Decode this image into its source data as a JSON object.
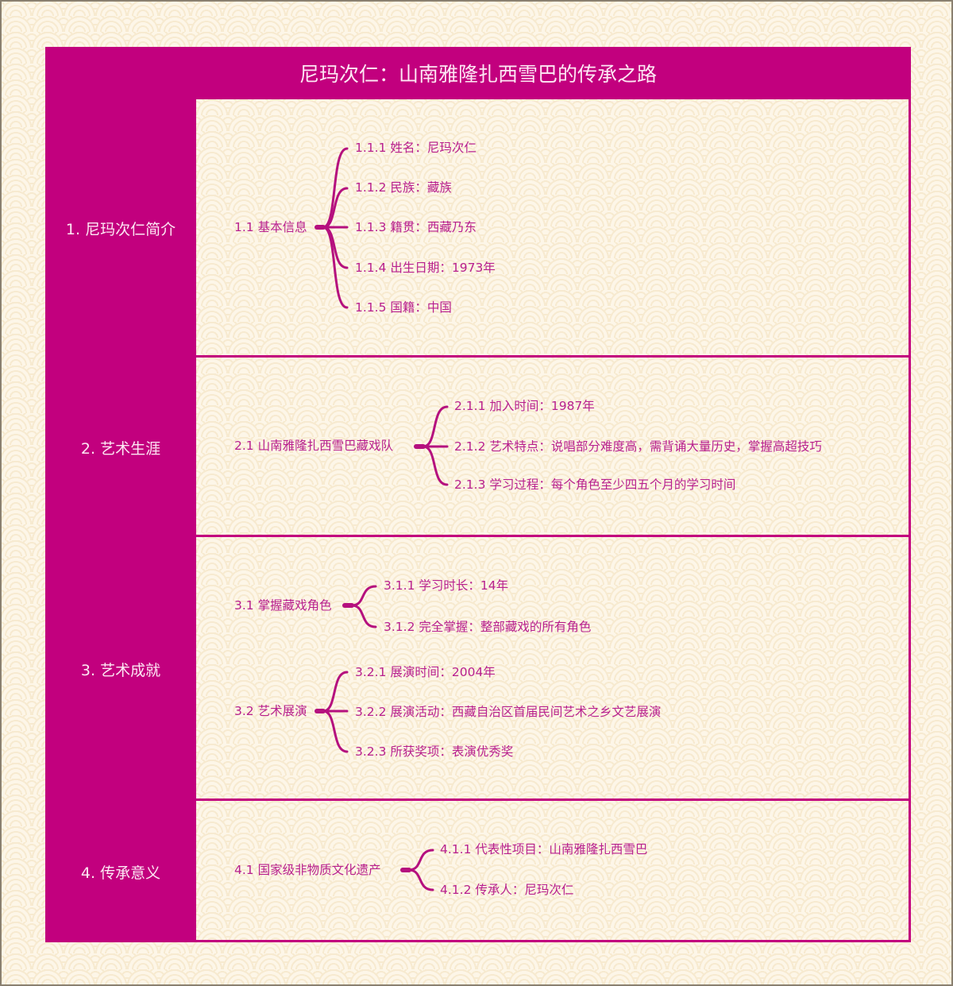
{
  "title": "尼玛次仁：山南雅隆扎西雪巴的传承之路",
  "colors": {
    "accent": "#c2007e",
    "node_text": "#b8208e",
    "header_text": "#fde8f4",
    "background": "#fdf6e8",
    "pattern": "#f7ead0"
  },
  "sections": [
    {
      "label": "1. 尼玛次仁简介",
      "topics": [
        {
          "label": "1.1 基本信息",
          "items": [
            "1.1.1 姓名：尼玛次仁",
            "1.1.2 民族：藏族",
            "1.1.3 籍贯：西藏乃东",
            "1.1.4 出生日期：1973年",
            "1.1.5 国籍：中国"
          ]
        }
      ]
    },
    {
      "label": "2. 艺术生涯",
      "topics": [
        {
          "label": "2.1 山南雅隆扎西雪巴藏戏队",
          "items": [
            "2.1.1 加入时间：1987年",
            "2.1.2 艺术特点：说唱部分难度高，需背诵大量历史，掌握高超技巧",
            "2.1.3 学习过程：每个角色至少四五个月的学习时间"
          ]
        }
      ]
    },
    {
      "label": "3. 艺术成就",
      "topics": [
        {
          "label": "3.1 掌握藏戏角色",
          "items": [
            "3.1.1 学习时长：14年",
            "3.1.2 完全掌握：整部藏戏的所有角色"
          ]
        },
        {
          "label": "3.2 艺术展演",
          "items": [
            "3.2.1 展演时间：2004年",
            "3.2.2 展演活动：西藏自治区首届民间艺术之乡文艺展演",
            "3.2.3 所获奖项：表演优秀奖"
          ]
        }
      ]
    },
    {
      "label": "4. 传承意义",
      "topics": [
        {
          "label": "4.1 国家级非物质文化遗产",
          "items": [
            "4.1.1 代表性项目：山南雅隆扎西雪巴",
            "4.1.2 传承人：尼玛次仁"
          ]
        }
      ]
    }
  ]
}
